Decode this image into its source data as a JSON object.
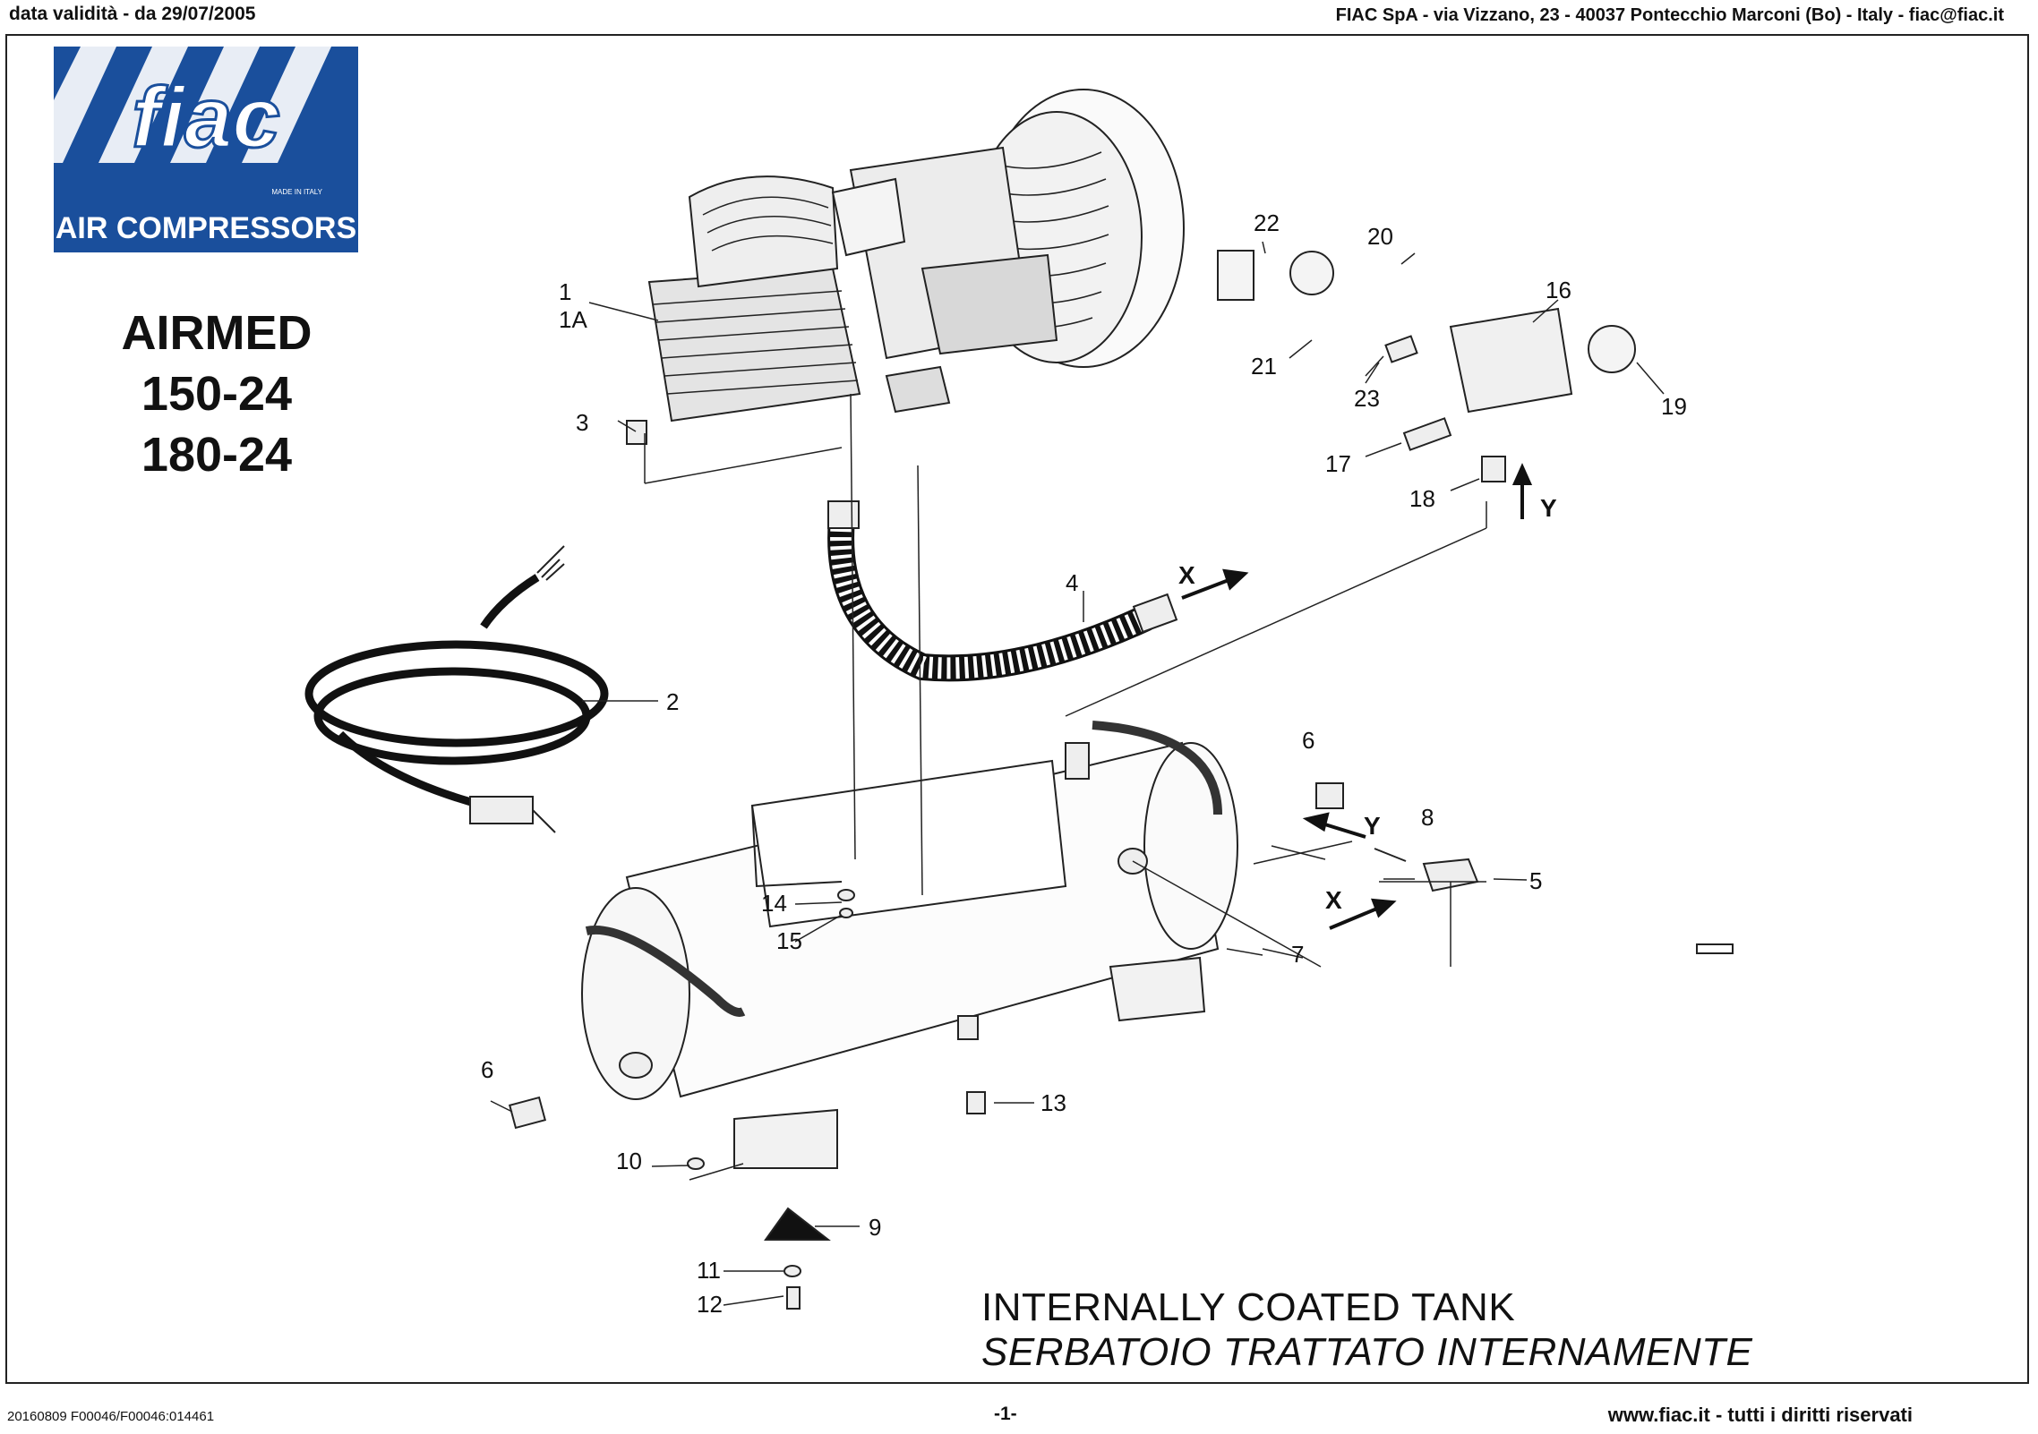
{
  "header": {
    "validity": "data validità - da 29/07/2005",
    "company": "FIAC SpA - via Vizzano, 23 - 40037 Pontecchio Marconi (Bo) - Italy - fiac@fiac.it"
  },
  "logo": {
    "brand": "fiac",
    "tagline": "AIR COMPRESSORS",
    "made_in": "MADE IN ITALY"
  },
  "models": [
    "AIRMED",
    "150-24",
    "180-24"
  ],
  "part_labels": {
    "p1": "1",
    "p1a": "1A",
    "p2": "2",
    "p3": "3",
    "p4": "4",
    "p5": "5",
    "p6a": "6",
    "p6b": "6",
    "p7": "7",
    "p8": "8",
    "p9": "9",
    "p10": "10",
    "p11": "11",
    "p12": "12",
    "p13": "13",
    "p14": "14",
    "p15": "15",
    "p16": "16",
    "p17": "17",
    "p18": "18",
    "p19": "19",
    "p20": "20",
    "p21": "21",
    "p22": "22",
    "p23": "23"
  },
  "connection_markers": {
    "x1": "X",
    "x2": "X",
    "y1": "Y",
    "y2": "Y"
  },
  "tank_note": {
    "en": "INTERNALLY COATED TANK",
    "it": "SERBATOIO TRATTATO INTERNAMENTE"
  },
  "footer": {
    "doc_code": "20160809 F00046/F00046:014461",
    "page": "-1-",
    "site": "www.fiac.it - tutti i diritti riservati"
  }
}
